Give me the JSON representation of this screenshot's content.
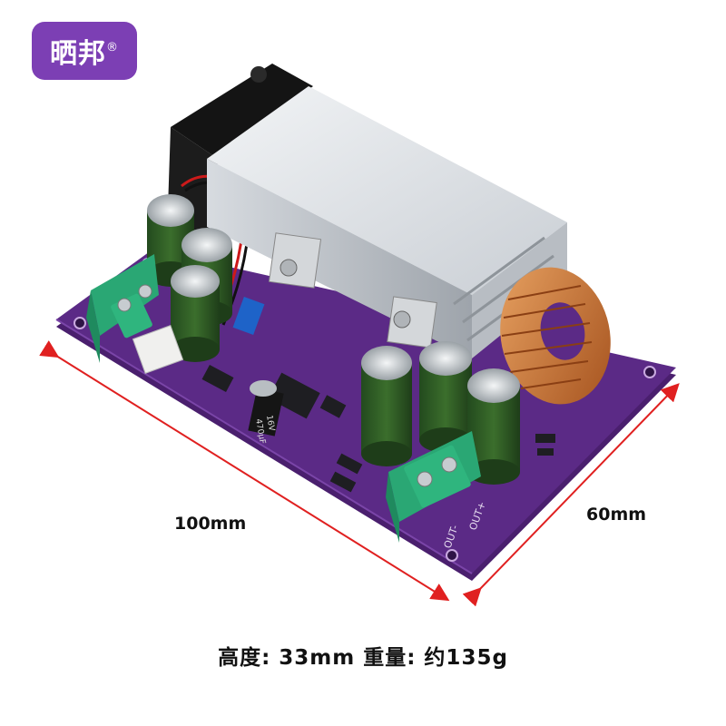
{
  "brand": {
    "name": "晒邦",
    "registered_mark": "®",
    "color": "#7c3fb4"
  },
  "dimensions": {
    "length_label": "100mm",
    "width_label": "60mm",
    "arrow_color": "#e02020"
  },
  "board": {
    "color": "#5b2a86",
    "capacitor_labels": [
      "470μF",
      "16V"
    ],
    "terminal_labels": [
      "OUT-",
      "OUT+"
    ]
  },
  "caption": "高度: 33mm  重量: 约135g"
}
